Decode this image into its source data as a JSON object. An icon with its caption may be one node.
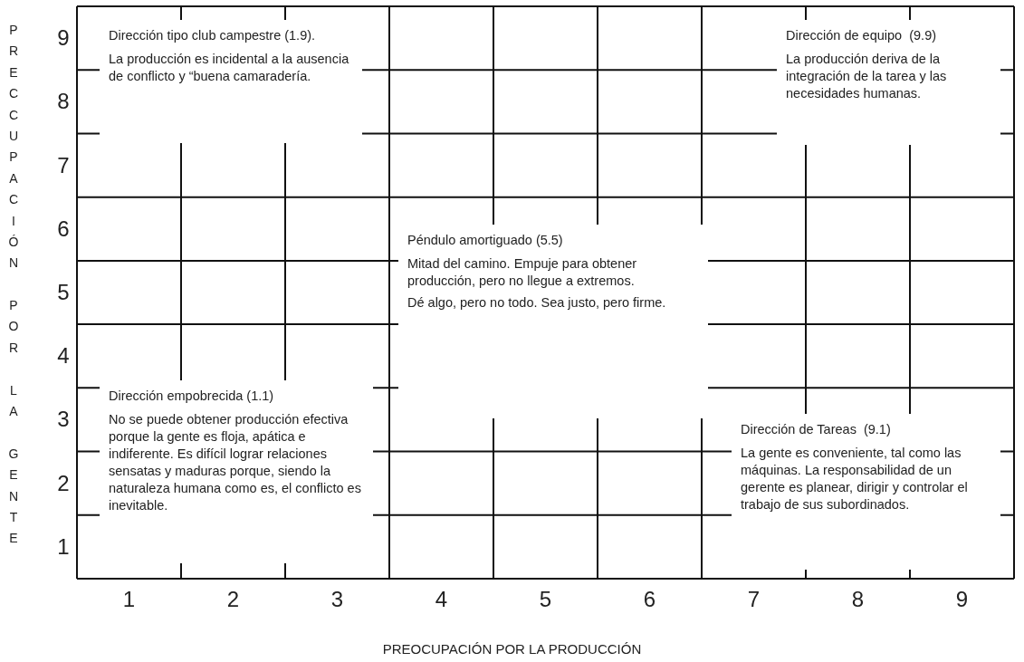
{
  "diagram": {
    "nodes": [
      {
        "text": [
          "Dirección tipo club campestre (1.9).",
          "La producción es incidental a la ausencia de conflicto y “buena camaradería."
        ]
      },
      {
        "text": [
          "Dirección de equipo  (9.9)",
          "La producción deriva de la integración de la tarea y las necesidades humanas."
        ]
      },
      {
        "text": [
          "Péndulo amortiguado (5.5)",
          "Mitad del camino. Empuje para obtener producción, pero no llegue a extremos.",
          "Dé algo, pero no todo. Sea justo, pero firme."
        ]
      },
      {
        "text": [
          "Dirección empobrecida (1.1)",
          "No se puede obtener producción efectiva porque la gente es floja, apática e indiferente. Es difícil lograr relaciones sensatas y maduras porque, siendo la naturaleza humana como es, el conflicto es inevitable."
        ]
      },
      {
        "text": [
          "Dirección de Tareas  (9.1)",
          "La gente es conveniente, tal como las máquinas. La responsabilidad de un gerente es planear, dirigir y controlar el  trabajo de sus subordinados."
        ]
      }
    ],
    "labels": [
      "PRECCUPACIÓN POR LA GENTE",
      "9",
      "8",
      "7",
      "6",
      "5",
      "4",
      "3",
      "2",
      "1",
      "1",
      "2",
      "3",
      "4",
      "5",
      "6",
      "7",
      "8",
      "9",
      "PREOCUPACIÓN POR LA PRODUCCIÓN"
    ]
  }
}
